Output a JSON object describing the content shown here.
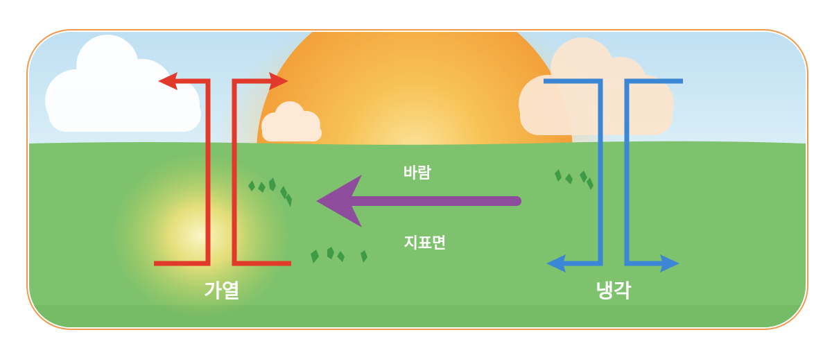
{
  "labels": {
    "wind": "바람",
    "surface": "지표면",
    "heating": "가열",
    "cooling": "냉각"
  },
  "colors": {
    "border": "#ef9a4e",
    "sky": "#cfe6f3",
    "ground": "#7ec26d",
    "sun": "#f6a53e",
    "heating_arrow": "#e23a2a",
    "cooling_arrow": "#3b87d6",
    "wind_arrow": "#8e4c9c",
    "cloud": "#ffffff"
  }
}
